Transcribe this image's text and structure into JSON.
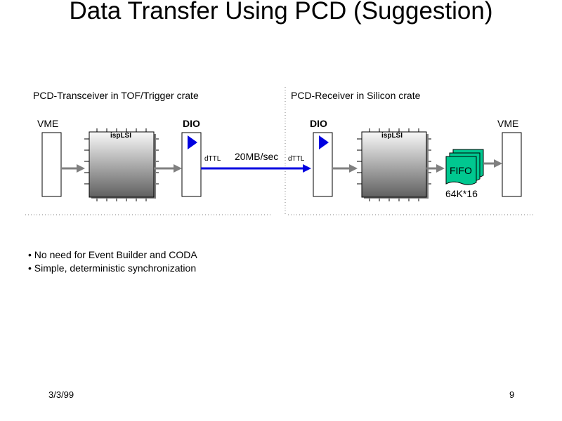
{
  "slide": {
    "title": "Data Transfer Using PCD (Suggestion)",
    "date": "3/3/99",
    "page_number": "9"
  },
  "diagram": {
    "left_section": {
      "label": "PCD-Transceiver in TOF/Trigger crate",
      "vme_label": "VME",
      "chip_label": "ispLSI",
      "dio_label": "DIO",
      "dttl_label": "dTTL"
    },
    "right_section": {
      "label": "PCD-Receiver in Silicon crate",
      "vme_label": "VME",
      "chip_label": "ispLSI",
      "dio_label": "DIO",
      "dttl_label": "dTTL",
      "fifo_label": "FIFO",
      "fifo_size": "64K*16"
    },
    "link_rate": "20MB/sec",
    "colors": {
      "link": "#0000e0",
      "arrow_gray": "#808080",
      "fifo": "#00c890",
      "dio_triangle": "#0000e0"
    }
  },
  "bullets": [
    "No need for Event Builder and CODA",
    "Simple, deterministic synchronization"
  ]
}
